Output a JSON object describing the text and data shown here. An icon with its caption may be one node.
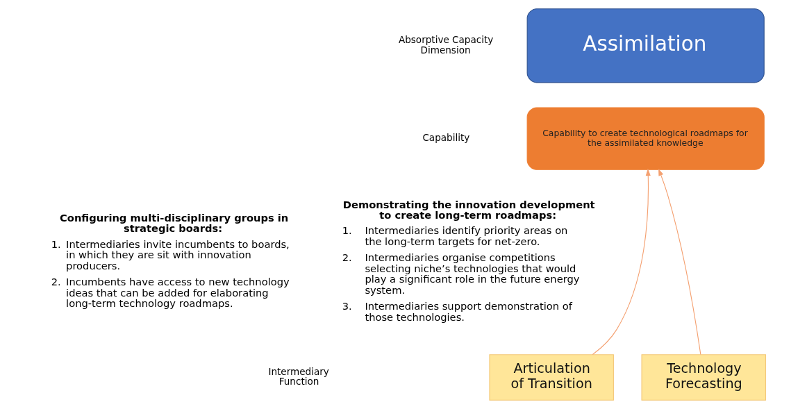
{
  "diagram": {
    "nodes": [
      {
        "text": [
          "Assimilation"
        ]
      },
      {
        "text": [
          "Capability to create technological roadmaps for the assimilated knowledge"
        ]
      },
      {
        "text": [
          "Articulation of Transition"
        ]
      },
      {
        "text": [
          "Technology Forecasting"
        ]
      }
    ],
    "edges": [
      {
        "from": 2,
        "to": 1,
        "arrow": "to"
      },
      {
        "from": 3,
        "to": 1,
        "arrow": "to"
      }
    ],
    "labels": [
      "Absorptive Capacity Dimension",
      "Capability",
      "Configuring multi-disciplinary groups in strategic boards:",
      "1.",
      "Intermediaries invite incumbents to boards, in which they are sit with innovation producers.",
      "2.",
      "Incumbents have access to new technology ideas that can be added for elaborating long-term technology roadmaps.",
      "Demonstrating the innovation development to create long-term roadmaps:",
      "1.",
      "Intermediaries identify priority areas on the long-term targets for net-zero.",
      "2.",
      "Intermediaries organise competitions selecting niche’s technologies that would play a significant role in the future energy system.",
      "3.",
      "Intermediaries support demonstration of those technologies.",
      "Intermediary Function"
    ]
  }
}
